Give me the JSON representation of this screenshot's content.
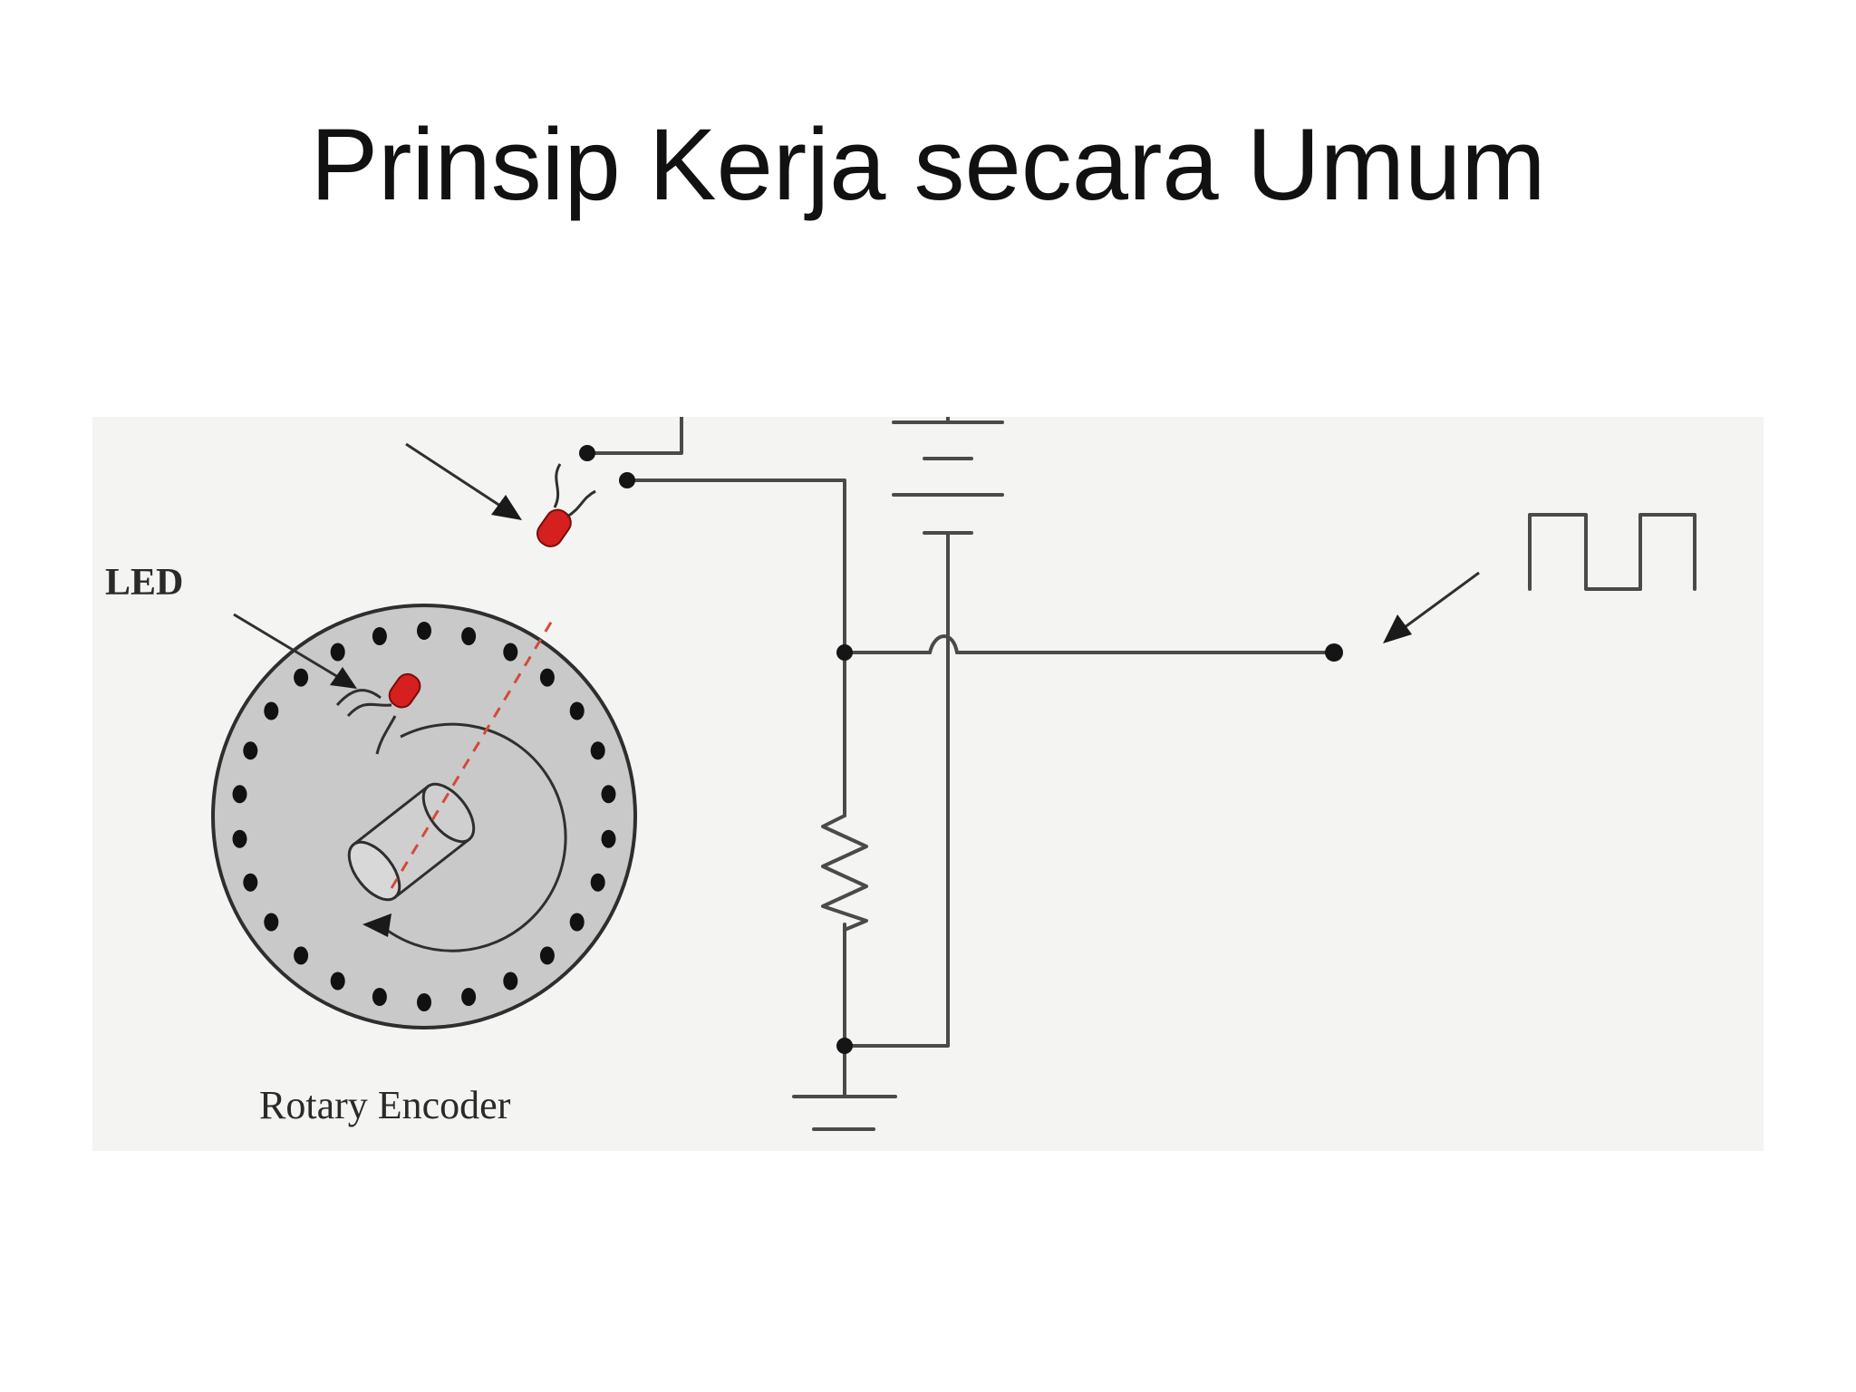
{
  "slide": {
    "title": "Prinsip Kerja secara Umum"
  },
  "diagram": {
    "label_led": "LED",
    "label_encoder": "Rotary Encoder",
    "colors": {
      "disc": "#c9c9c9",
      "led": "#d61f1f",
      "wire": "#4a4a4a",
      "background": "#f4f4f2"
    }
  }
}
